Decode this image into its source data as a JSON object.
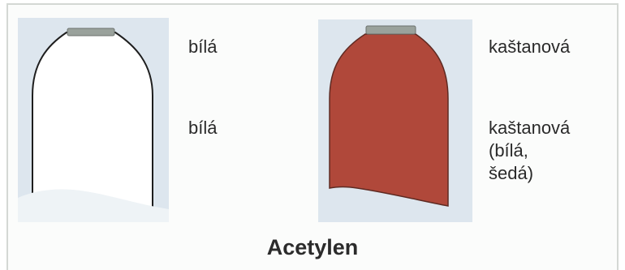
{
  "labels": {
    "left_top": "bílá",
    "left_bottom": "bílá",
    "right_top": "kaštanová",
    "right_bottom_line1": "kaštanová",
    "right_bottom_line2": "(bílá,",
    "right_bottom_line3": "šedá)"
  },
  "caption": "Acetylen",
  "colors": {
    "panel_bg": "#dde6ee",
    "white_cylinder": "#ffffff",
    "chestnut_cylinder": "#b0483a",
    "valve_ring": "#9aa29c"
  }
}
